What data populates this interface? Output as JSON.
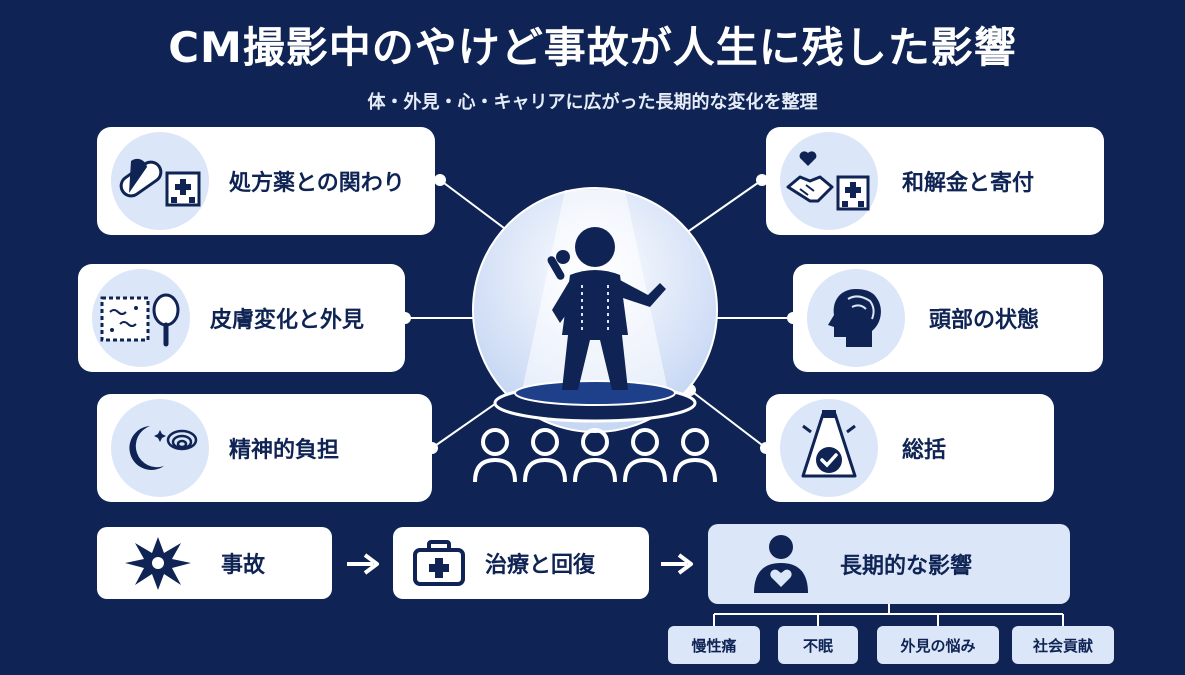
{
  "header": {
    "title": "CM撮影中のやけど事故が人生に残した影響",
    "subtitle": "体・外見・心・キャリアに広がった長期的な変化を整理"
  },
  "cards_left": [
    {
      "label": "処方薬との関わり",
      "icons": [
        "pill-icon",
        "hospital-icon"
      ]
    },
    {
      "label": "皮膚変化と外見",
      "icons": [
        "skin-texture-icon",
        "mirror-icon"
      ]
    },
    {
      "label": "精神的負担",
      "icons": [
        "moon-icon",
        "swirl-icon"
      ]
    }
  ],
  "cards_right": [
    {
      "label": "和解金と寄付",
      "icons": [
        "handshake-heart-icon",
        "hospital-icon"
      ]
    },
    {
      "label": "頭部の状態",
      "icons": [
        "head-profile-icon"
      ]
    },
    {
      "label": "総括",
      "icons": [
        "spotlight-check-icon"
      ]
    }
  ],
  "center": {
    "icon": "performer-on-stage-icon"
  },
  "flow": {
    "steps": [
      {
        "label": "事故",
        "icon": "burst-icon"
      },
      {
        "label": "治療と回復",
        "icon": "first-aid-kit-icon"
      },
      {
        "label": "長期的な影響",
        "icon": "person-heart-icon"
      }
    ],
    "tags": [
      "慢性痛",
      "不眠",
      "外見の悩み",
      "社会貢献"
    ]
  },
  "colors": {
    "background": "#0f2454",
    "card": "#ffffff",
    "accent_light": "#dbe6f8",
    "navy": "#0f2454"
  }
}
